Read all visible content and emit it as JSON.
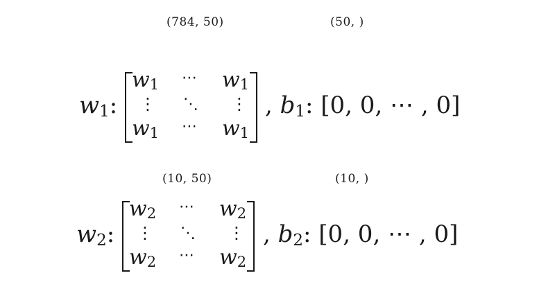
{
  "layer1": {
    "weight_shape": "(784, 50)",
    "bias_shape": "(50, )",
    "weight_symbol": "w",
    "weight_index": "1",
    "colon": ":",
    "cell_symbol": "w",
    "cell_index": "1",
    "hdots": "⋯",
    "vdots": "⋮",
    "ddots": "⋱",
    "comma": ",",
    "bias_symbol": "b",
    "bias_index": "1",
    "bias_value": ": [0, 0, ⋯ , 0]"
  },
  "layer2": {
    "weight_shape": "(10, 50)",
    "bias_shape": "(10, )",
    "weight_symbol": "w",
    "weight_index": "2",
    "colon": ":",
    "cell_symbol": "w",
    "cell_index": "2",
    "hdots": "⋯",
    "vdots": "⋮",
    "ddots": "⋱",
    "comma": ",",
    "bias_symbol": "b",
    "bias_index": "2",
    "bias_value": ": [0, 0, ⋯ , 0]"
  }
}
